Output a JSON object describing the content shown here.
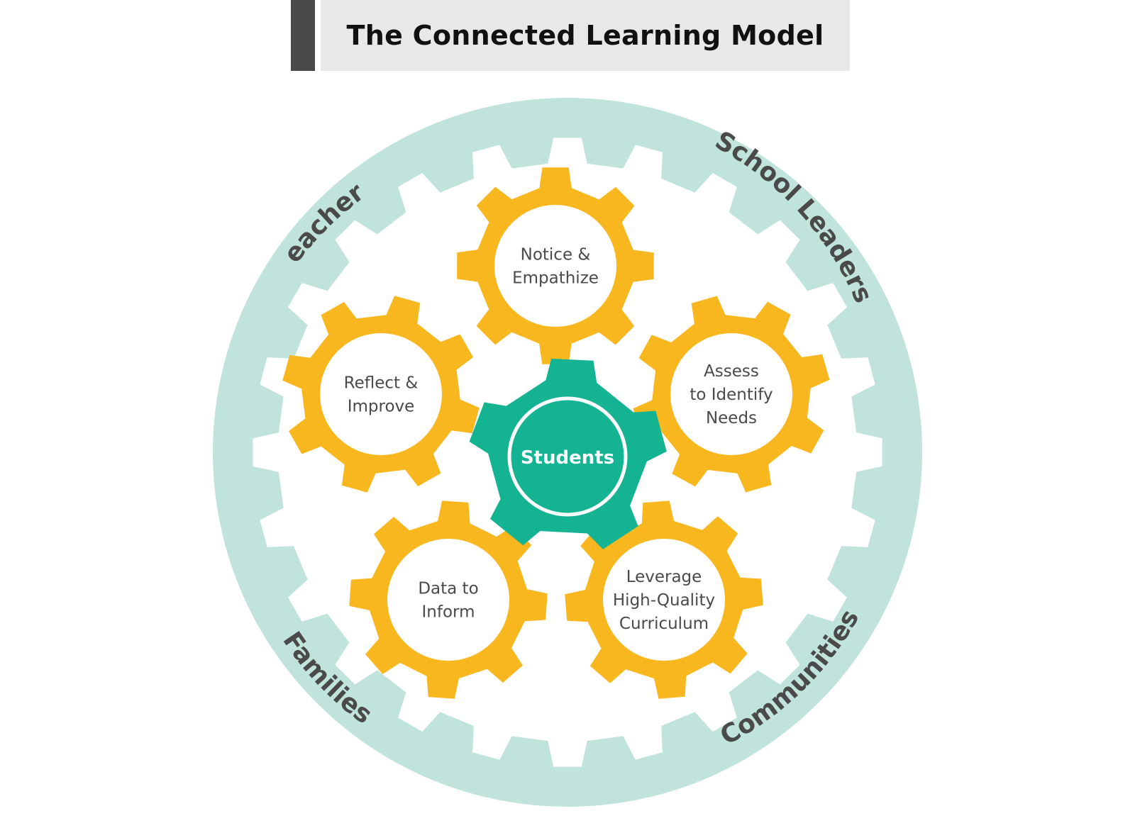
{
  "title": "The Connected Learning Model",
  "colors": {
    "ring": "#c0e3dc",
    "white_gear": "#ffffff",
    "yellow_gear": "#f8b71e",
    "center_gear": "#14b493",
    "text": "#4a4a4a",
    "title_bar": "#4a4a4a",
    "title_bg": "#e8e8e9"
  },
  "center": {
    "label": "Students"
  },
  "gears": [
    {
      "id": "notice",
      "lines": [
        "Notice &",
        "Empathize"
      ]
    },
    {
      "id": "reflect",
      "lines": [
        "Reflect &",
        "Improve"
      ]
    },
    {
      "id": "assess",
      "lines": [
        "Assess",
        "to Identify",
        "Needs"
      ]
    },
    {
      "id": "data",
      "lines": [
        "Data to",
        "Inform"
      ]
    },
    {
      "id": "leverage",
      "lines": [
        "Leverage",
        "High-Quality",
        "Curriculum"
      ]
    }
  ],
  "ring_labels": {
    "teachers": "Teachers",
    "school_leaders": "School Leaders",
    "families": "Families",
    "communities": "Communities"
  }
}
